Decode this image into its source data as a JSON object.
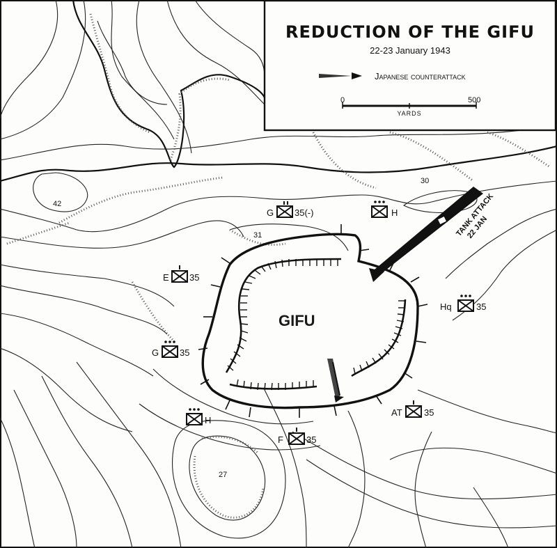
{
  "legend": {
    "title": "REDUCTION OF THE GIFU",
    "dates": "22-23  January  1943",
    "counterattack_label": "Japanese counterattack",
    "scale_min": "0",
    "scale_max": "500",
    "scale_unit": "YARDS"
  },
  "map": {
    "pocket_label": "GIFU",
    "tank_attack_line1": "TANK ATTACK",
    "tank_attack_line2": "22 JAN",
    "elevations": [
      "42",
      "31",
      "30",
      "27"
    ],
    "units": [
      {
        "id": "g-35-minus",
        "label": "G",
        "suffix": "35(-)"
      },
      {
        "id": "h-north",
        "label": "",
        "suffix": "H"
      },
      {
        "id": "e-35",
        "label": "E",
        "suffix": "35"
      },
      {
        "id": "hq-35",
        "label": "Hq",
        "suffix": "35"
      },
      {
        "id": "g-35",
        "label": "G",
        "suffix": "35"
      },
      {
        "id": "h-south",
        "label": "",
        "suffix": "H"
      },
      {
        "id": "at-35",
        "label": "AT",
        "suffix": "35"
      },
      {
        "id": "f-35",
        "label": "F",
        "suffix": "35"
      }
    ]
  },
  "colors": {
    "ink": "#111111",
    "paper": "#fdfdfb"
  }
}
